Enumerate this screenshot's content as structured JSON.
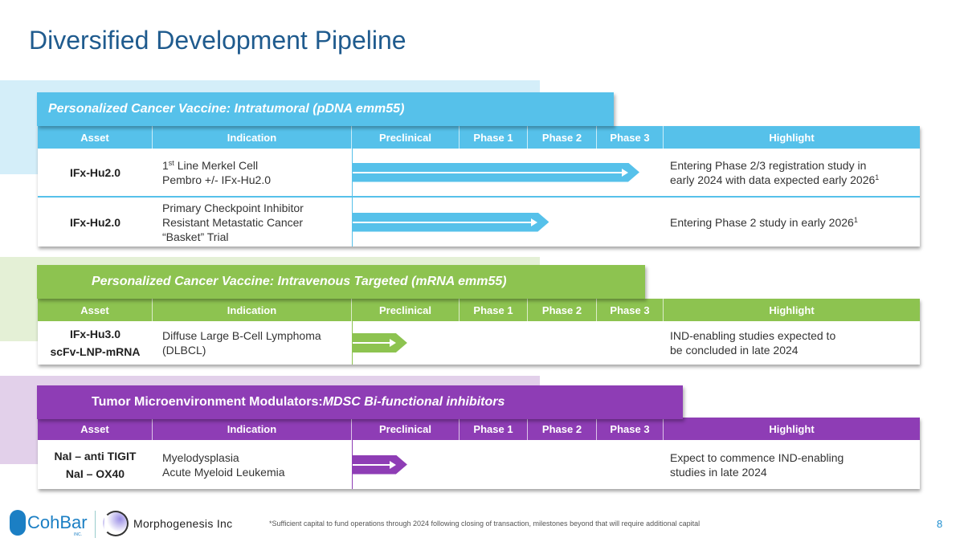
{
  "title": "Diversified Development Pipeline",
  "columns": [
    "Asset",
    "Indication",
    "Preclinical",
    "Phase 1",
    "Phase 2",
    "Phase 3",
    "Highlight"
  ],
  "sections": [
    {
      "color": "#56c1ea",
      "backdrop_color": "#d4eef9",
      "title_italic_only": true,
      "title_plain": "",
      "title_italic": "Personalized Cancer Vaccine: Intratumoral (pDNA emm55)",
      "rows": [
        {
          "asset": [
            "IFx-Hu2.0"
          ],
          "indication": [
            [
              {
                "text": "1"
              },
              {
                "sup": "st"
              },
              {
                "text": " Line Merkel Cell"
              }
            ],
            [
              {
                "text": "Pembro +/- IFx-Hu2.0"
              }
            ]
          ],
          "progress_fraction": 0.92,
          "highlight": [
            [
              {
                "text": "Entering Phase 2/3 registration study in"
              }
            ],
            [
              {
                "text": "early 2024 with data expected early 2026"
              },
              {
                "sup": "1"
              }
            ]
          ]
        },
        {
          "asset": [
            "IFx-Hu2.0"
          ],
          "indication": [
            [
              {
                "text": "Primary Checkpoint Inhibitor"
              }
            ],
            [
              {
                "text": "Resistant Metastatic Cancer"
              }
            ],
            [
              {
                "text": "“Basket” Trial"
              }
            ]
          ],
          "progress_fraction": 0.63,
          "highlight": [
            [
              {
                "text": "Entering Phase 2 study in early 2026"
              },
              {
                "sup": "1"
              }
            ]
          ]
        }
      ]
    },
    {
      "color": "#8dc350",
      "backdrop_color": "#e4f0d6",
      "title_plain": "",
      "title_italic": "Personalized Cancer Vaccine: Intravenous Targeted (mRNA emm55)",
      "rows": [
        {
          "asset": [
            "IFx-Hu3.0",
            "scFv-LNP-mRNA"
          ],
          "indication": [
            [
              {
                "text": "Diffuse Large B-Cell Lymphoma"
              }
            ],
            [
              {
                "text": "(DLBCL)"
              }
            ]
          ],
          "progress_fraction": 0.175,
          "highlight": [
            [
              {
                "text": "IND-enabling studies expected to"
              }
            ],
            [
              {
                "text": "be concluded in late 2024"
              }
            ]
          ]
        }
      ]
    },
    {
      "color": "#8e3db5",
      "backdrop_color": "#e2d0ea",
      "title_plain": "Tumor Microenvironment Modulators: ",
      "title_italic": "MDSC Bi-functional inhibitors",
      "rows": [
        {
          "asset": [
            "NaI – anti TIGIT",
            "NaI – OX40"
          ],
          "indication": [
            [
              {
                "text": "Myelodysplasia"
              }
            ],
            [
              {
                "text": "Acute Myeloid Leukemia"
              }
            ]
          ],
          "progress_fraction": 0.175,
          "highlight": [
            [
              {
                "text": "Expect to commence IND-enabling"
              }
            ],
            [
              {
                "text": "studies in late 2024"
              }
            ]
          ]
        }
      ]
    }
  ],
  "footer": {
    "note": "*Sufficient capital to fund operations through 2024 following closing of transaction, milestones beyond that will require additional capital",
    "page_number": "8",
    "logo_cohbar": "CohBar",
    "logo_cohbar_inc": "INC.",
    "logo_morphogenesis": "Morphogenesis Inc"
  }
}
